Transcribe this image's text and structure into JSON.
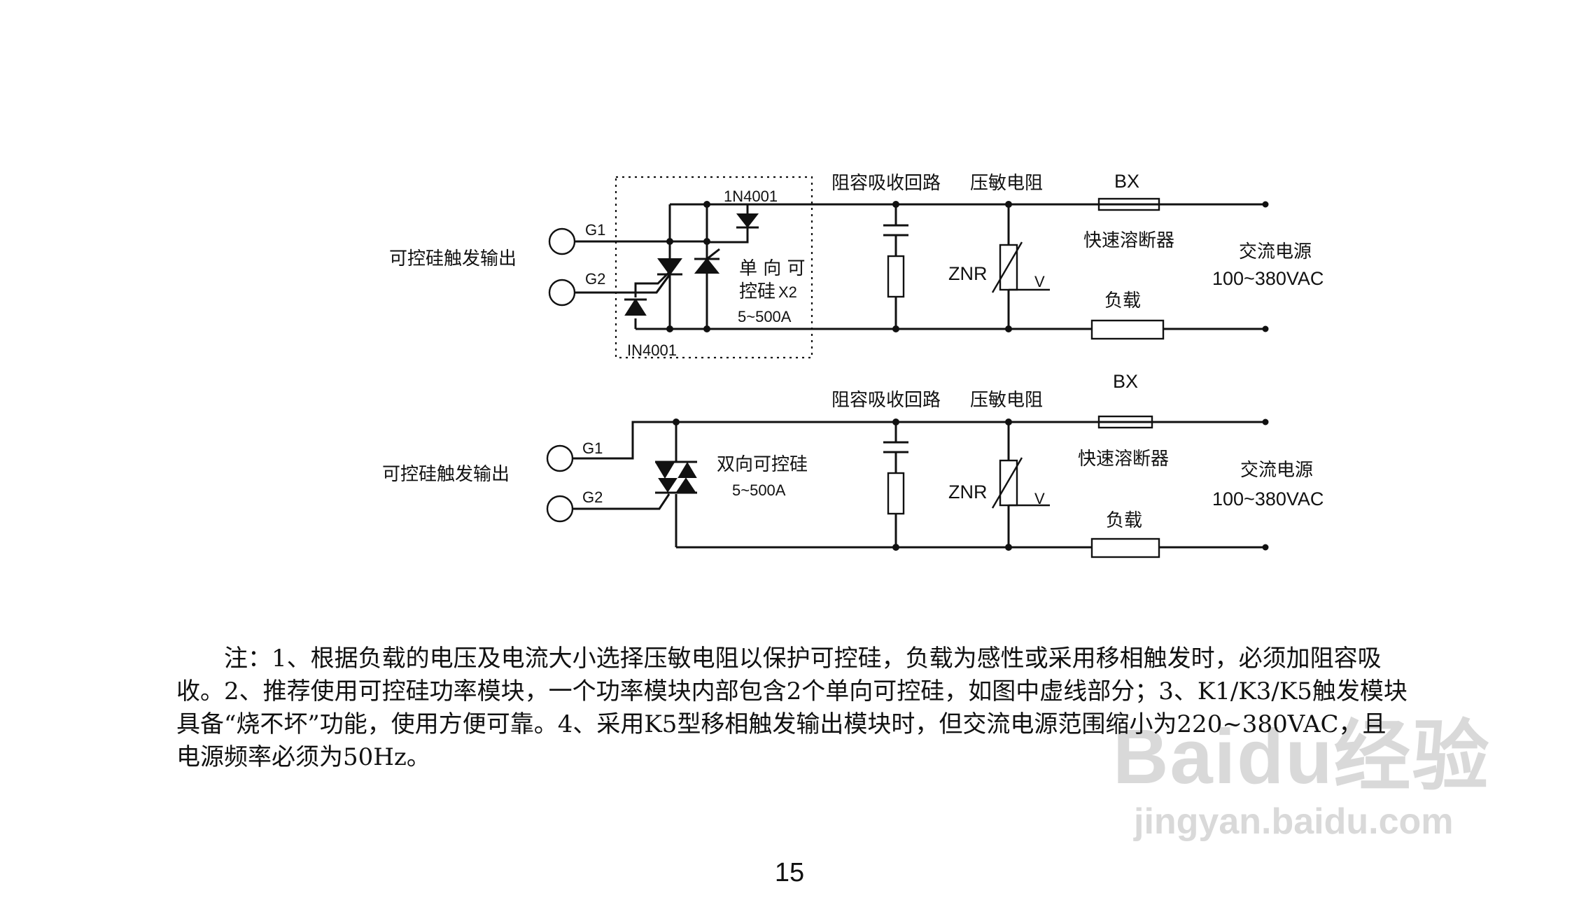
{
  "circuit_top": {
    "trigger_output": "可控硅触发输出",
    "g1": "G1",
    "g2": "G2",
    "diode_top": "1N4001",
    "diode_bottom": "IN4001",
    "scr_label_line1": "单 向 可",
    "scr_label_line2": "控硅",
    "scr_count": "X2",
    "scr_rating": "5~500A",
    "rc_label": "阻容吸收回路",
    "varistor_label": "压敏电阻",
    "znr": "ZNR",
    "v": "V",
    "fuse_label": "BX",
    "fuse_desc": "快速溶断器",
    "load_label": "负载",
    "ac_label": "交流电源",
    "ac_range": "100~380VAC"
  },
  "circuit_bottom": {
    "trigger_output": "可控硅触发输出",
    "g1": "G1",
    "g2": "G2",
    "triac_label": "双向可控硅",
    "triac_rating": "5~500A",
    "rc_label": "阻容吸收回路",
    "varistor_label": "压敏电阻",
    "znr": "ZNR",
    "v": "V",
    "fuse_label": "BX",
    "fuse_desc": "快速溶断器",
    "load_label": "负载",
    "ac_label": "交流电源",
    "ac_range": "100~380VAC"
  },
  "note": {
    "line1": "注：1、根据负载的电压及电流大小选择压敏电阻以保护可控硅，负载为感性或采用移相触发时，必须加阻容吸",
    "line2": "收。2、推荐使用可控硅功率模块，一个功率模块内部包含2个单向可控硅，如图中虚线部分；3、K1/K3/K5触发模块",
    "line3": "具备“烧不坏”功能，使用方便可靠。4、采用K5型移相触发输出模块时，但交流电源范围缩小为220~380VAC，且",
    "line4": "电源频率必须为50Hz。"
  },
  "page_number": "15",
  "watermark": {
    "brand": "Baidu经验",
    "url": "jingyan.baidu.com"
  }
}
